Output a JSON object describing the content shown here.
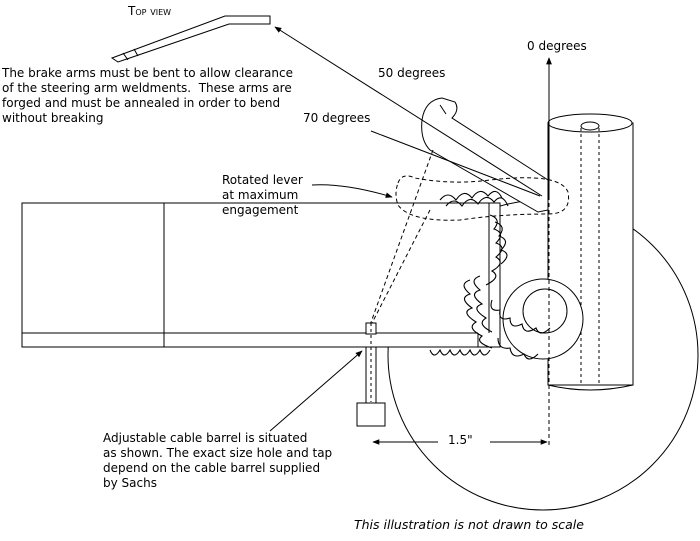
{
  "labels": {
    "top_view": "Top view",
    "brake_arms_note": "The brake arms must be bent to allow clearance\nof the steering arm weldments.  These arms are\nforged and must be annealed in order to bend\nwithout breaking",
    "deg_0": "0 degrees",
    "deg_50": "50 degrees",
    "deg_70": "70 degrees",
    "rotated_lever": "Rotated lever\nat maximum\nengagement",
    "cable_barrel_note": "Adjustable cable barrel is situated\nas shown. The exact size hole and tap\ndepend on the cable barrel supplied\nby Sachs",
    "dimension": "1.5\"",
    "footer_note": "This illustration is not drawn to scale"
  }
}
